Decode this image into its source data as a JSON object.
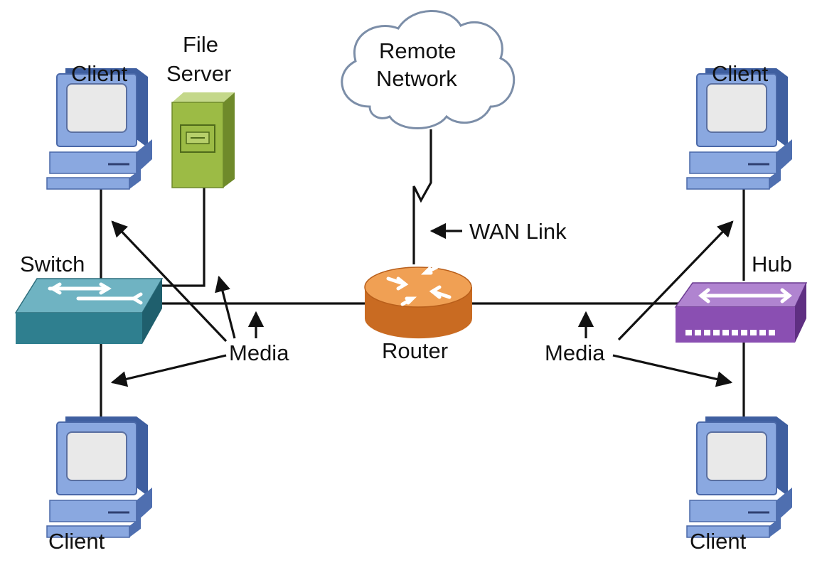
{
  "labels": {
    "client_top_left": "Client",
    "file_server_line1": "File",
    "file_server_line2": "Server",
    "remote_network_line1": "Remote",
    "remote_network_line2": "Network",
    "client_top_right": "Client",
    "wan_link": "WAN Link",
    "switch": "Switch",
    "hub": "Hub",
    "media_left": "Media",
    "router": "Router",
    "media_right": "Media",
    "client_bottom_left": "Client",
    "client_bottom_right": "Client"
  },
  "colors": {
    "client_blue": "#7f9fd8",
    "client_blue_dark": "#4f6fb0",
    "server_green": "#9cbb45",
    "switch_teal": "#3a8797",
    "router_orange": "#e88d38",
    "hub_purple": "#8a4fb2",
    "cloud_stroke": "#7c8ea8"
  },
  "icons": [
    "computer-icon",
    "server-icon",
    "switch-icon",
    "router-icon",
    "hub-icon",
    "cloud-icon"
  ]
}
